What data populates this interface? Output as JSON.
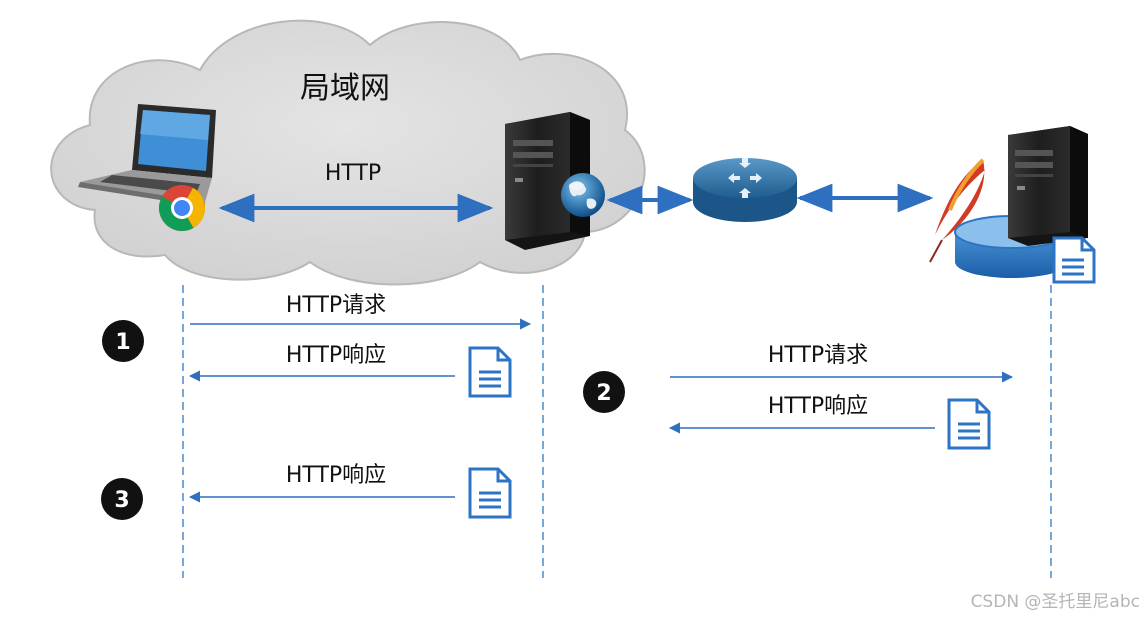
{
  "cloud_label": "局域网",
  "lan_link_label": "HTTP",
  "steps": [
    {
      "number": "1",
      "request": "HTTP请求",
      "response": "HTTP响应"
    },
    {
      "number": "2",
      "request": "HTTP请求",
      "response": "HTTP响应"
    },
    {
      "number": "3",
      "response": "HTTP响应"
    }
  ],
  "watermark": "CSDN @圣托里尼abc",
  "icons": [
    "laptop-icon",
    "chrome-icon",
    "proxy-server-icon",
    "globe-icon",
    "router-icon",
    "apache-feather-icon",
    "database-icon",
    "web-server-icon",
    "document-icon"
  ],
  "colors": {
    "cloud_fill": "#d6d6d6",
    "cloud_stroke": "#b8b8b8",
    "arrow": "#2e6fc0",
    "doc_icon": "#2e74c6",
    "badge": "#111111"
  }
}
